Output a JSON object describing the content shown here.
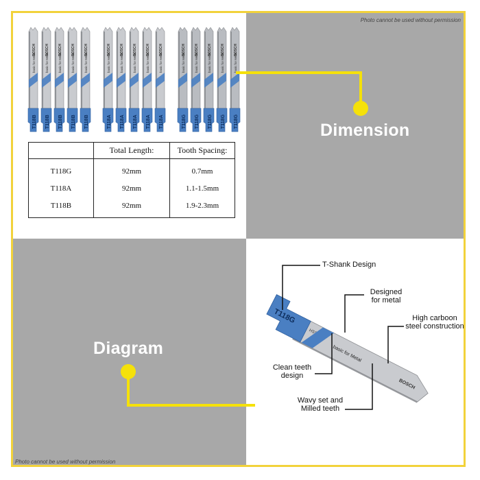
{
  "colors": {
    "yellow": "#f5e10a",
    "border": "#f2d23a",
    "gray": "#a8a8a8",
    "blade_blue": "#4a7fc2",
    "blade_gray": "#c9cbcf"
  },
  "permission_text": "Photo cannot be used without permission",
  "sections": {
    "dimension_label": "Dimension",
    "diagram_label": "Diagram"
  },
  "spec_table": {
    "headers": [
      "",
      "Total Length:",
      "Tooth Spacing:"
    ],
    "rows": [
      {
        "model": "T118G",
        "length": "92mm",
        "spacing": "0.7mm"
      },
      {
        "model": "T118A",
        "length": "92mm",
        "spacing": "1.1-1.5mm"
      },
      {
        "model": "T118B",
        "length": "92mm",
        "spacing": "1.9-2.3mm"
      }
    ]
  },
  "blade_groups": [
    {
      "code": "T118B",
      "count": 5
    },
    {
      "code": "T118A",
      "count": 5
    },
    {
      "code": "T118G",
      "count": 5
    }
  ],
  "blade_print": {
    "brand": "BOSCH",
    "line": "basic for Metal",
    "material": "HSS"
  },
  "diagram": {
    "blade_code": "T118G",
    "brand": "BOSCH",
    "material": "HSS",
    "line_text": "basic for Metal",
    "callouts": {
      "t_shank": "T-Shank Design",
      "designed_l1": "Designed",
      "designed_l2": "for metal",
      "carbon_l1": "High carboon",
      "carbon_l2": "steel construction",
      "clean_l1": "Clean teeth",
      "clean_l2": "design",
      "wavy_l1": "Wavy set and",
      "wavy_l2": "Milled teeth"
    }
  }
}
